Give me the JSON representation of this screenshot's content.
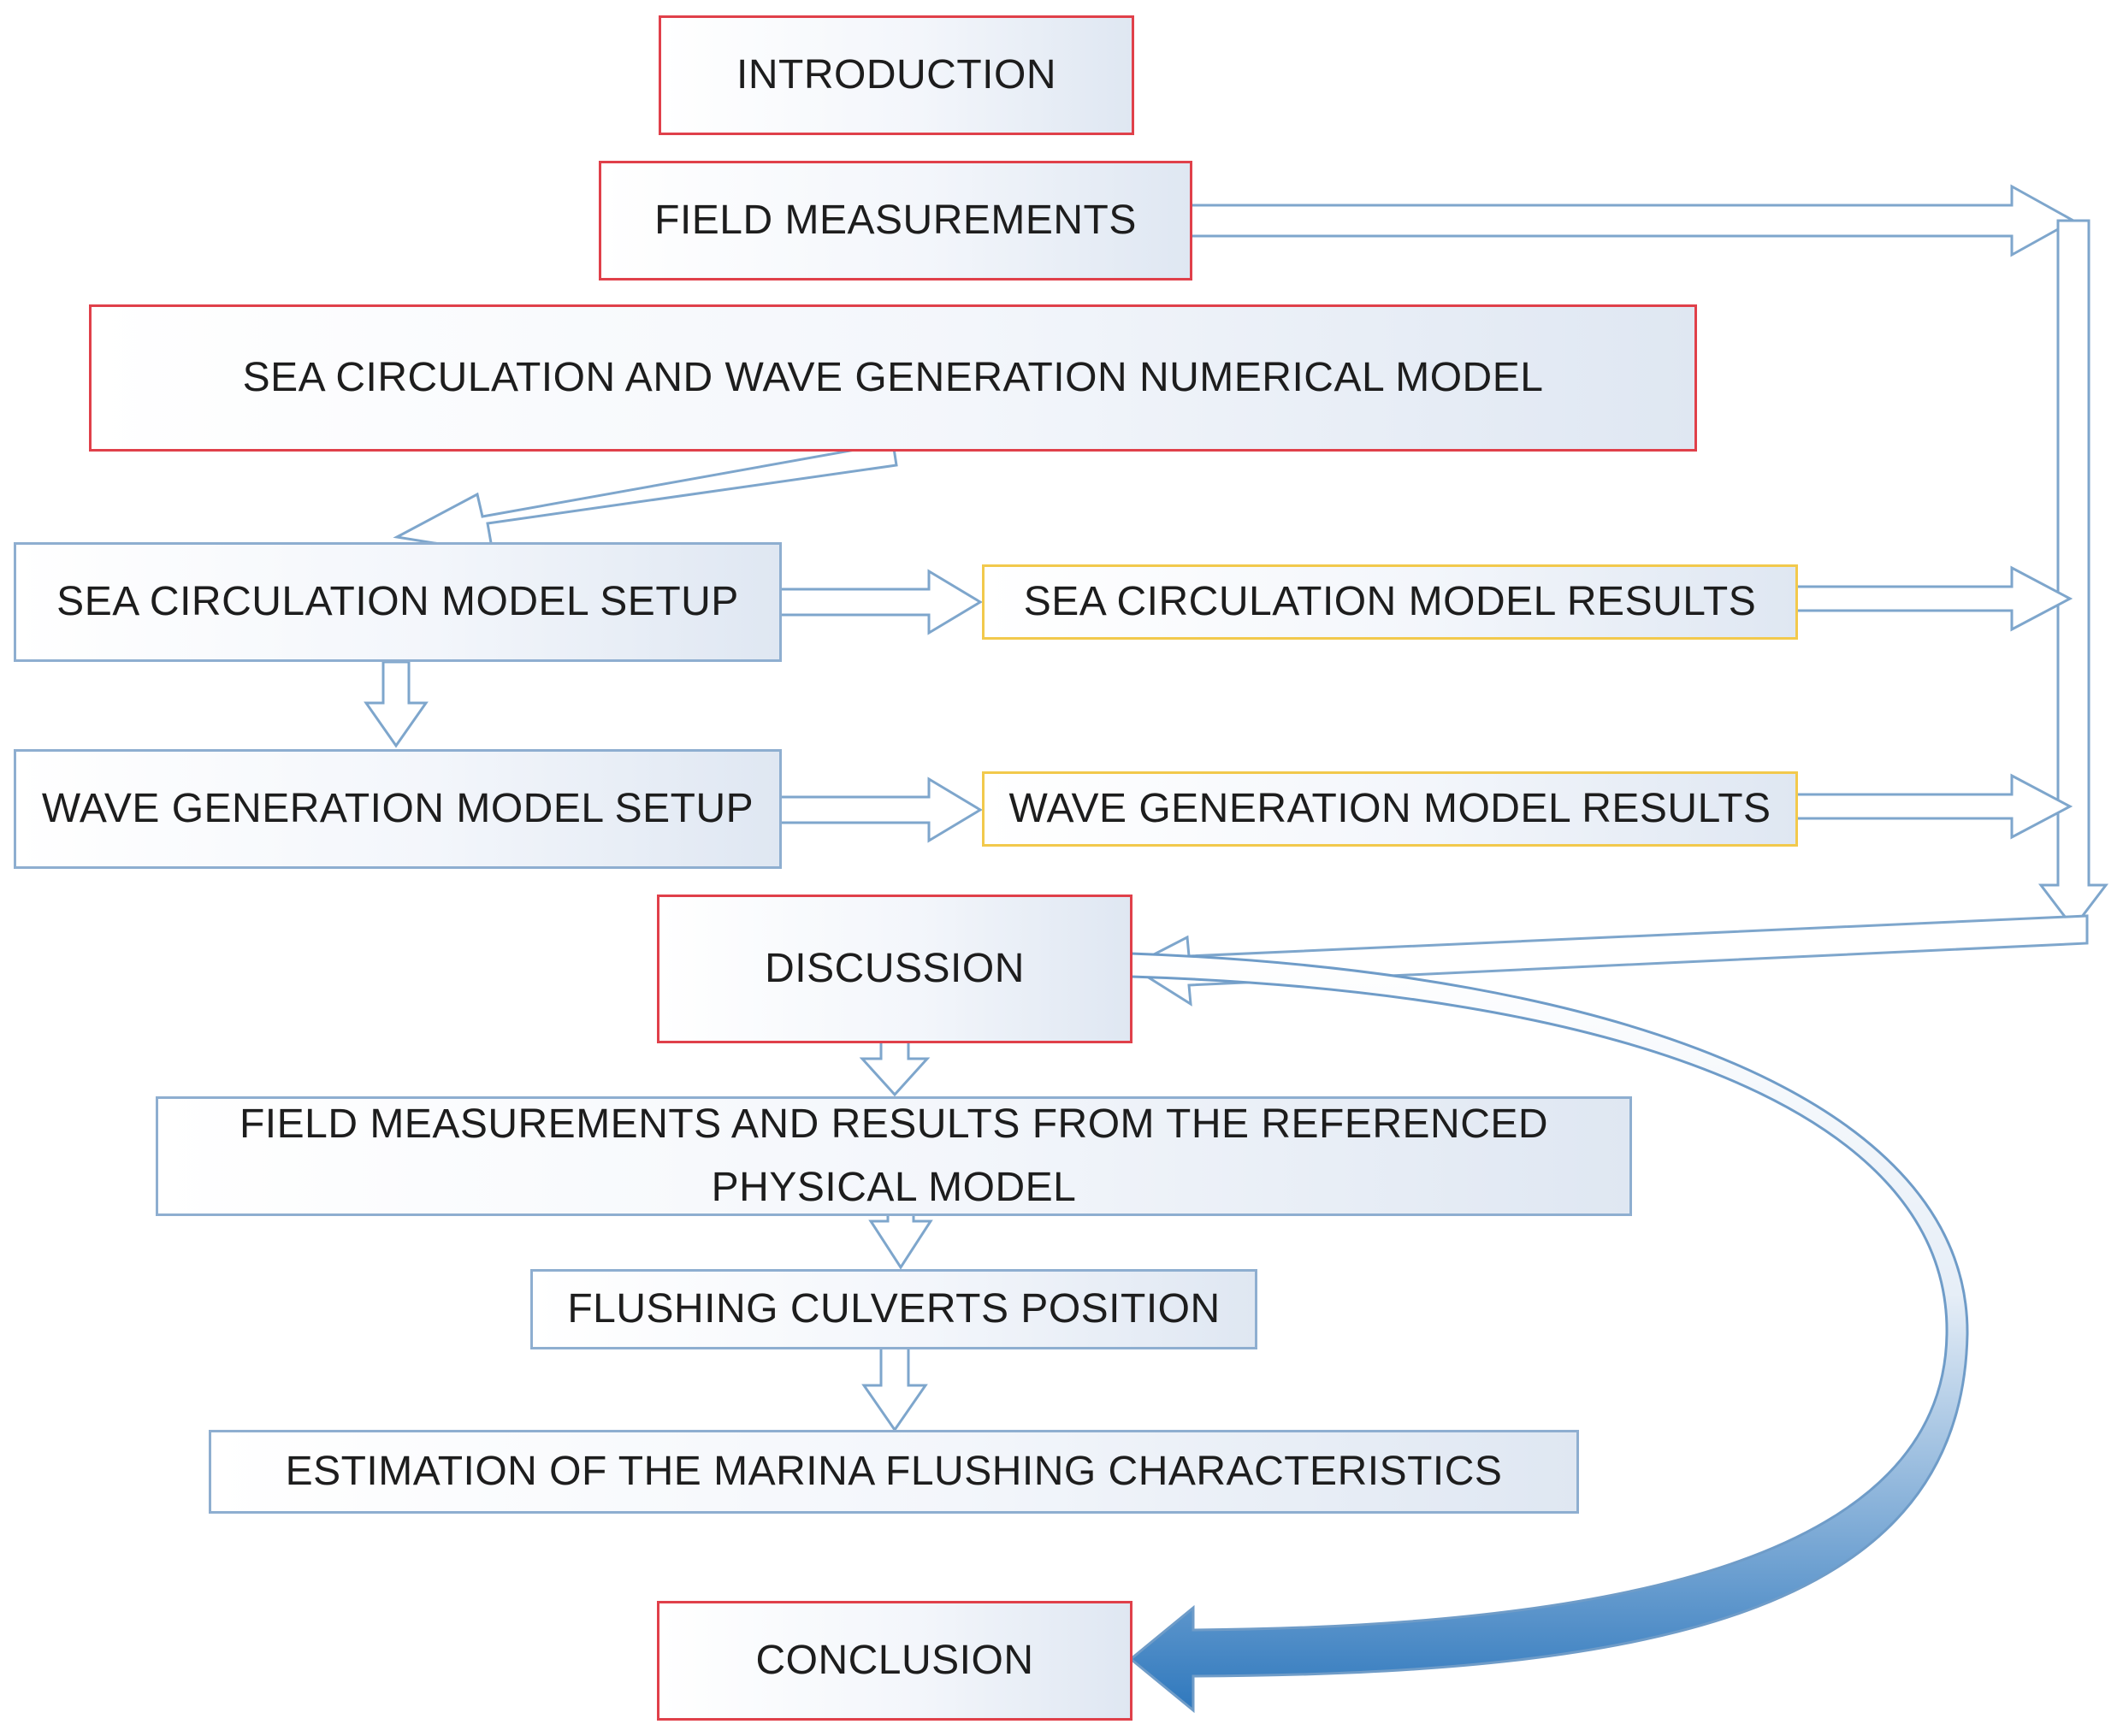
{
  "boxes": {
    "introduction": "INTRODUCTION",
    "field_measurements": "FIELD MEASUREMENTS",
    "numerical_model": "SEA CIRCULATION AND WAVE GENERATION NUMERICAL MODEL",
    "sea_circulation_setup": "SEA CIRCULATION MODEL SETUP",
    "sea_circulation_results": "SEA CIRCULATION MODEL RESULTS",
    "wave_generation_setup": "WAVE GENERATION MODEL SETUP",
    "wave_generation_results": "WAVE GENERATION MODEL RESULTS",
    "discussion": "DISCUSSION",
    "field_physical_line1": "FIELD MEASUREMENTS AND RESULTS FROM THE REFERENCED",
    "field_physical_line2": "PHYSICAL MODEL",
    "flushing_culverts": "FLUSHING CULVERTS POSITION",
    "estimation": "ESTIMATION OF THE MARINA FLUSHING CHARACTERISTICS",
    "conclusion": "CONCLUSION"
  },
  "colors": {
    "main_step_border": "#e0404a",
    "sub_step_border": "#8eaed0",
    "results_border": "#f2c94c",
    "arrow_stroke": "#7ea6cc",
    "arrow_fill": "#ffffff",
    "curved_arrow_fill": "#3f84c4"
  }
}
